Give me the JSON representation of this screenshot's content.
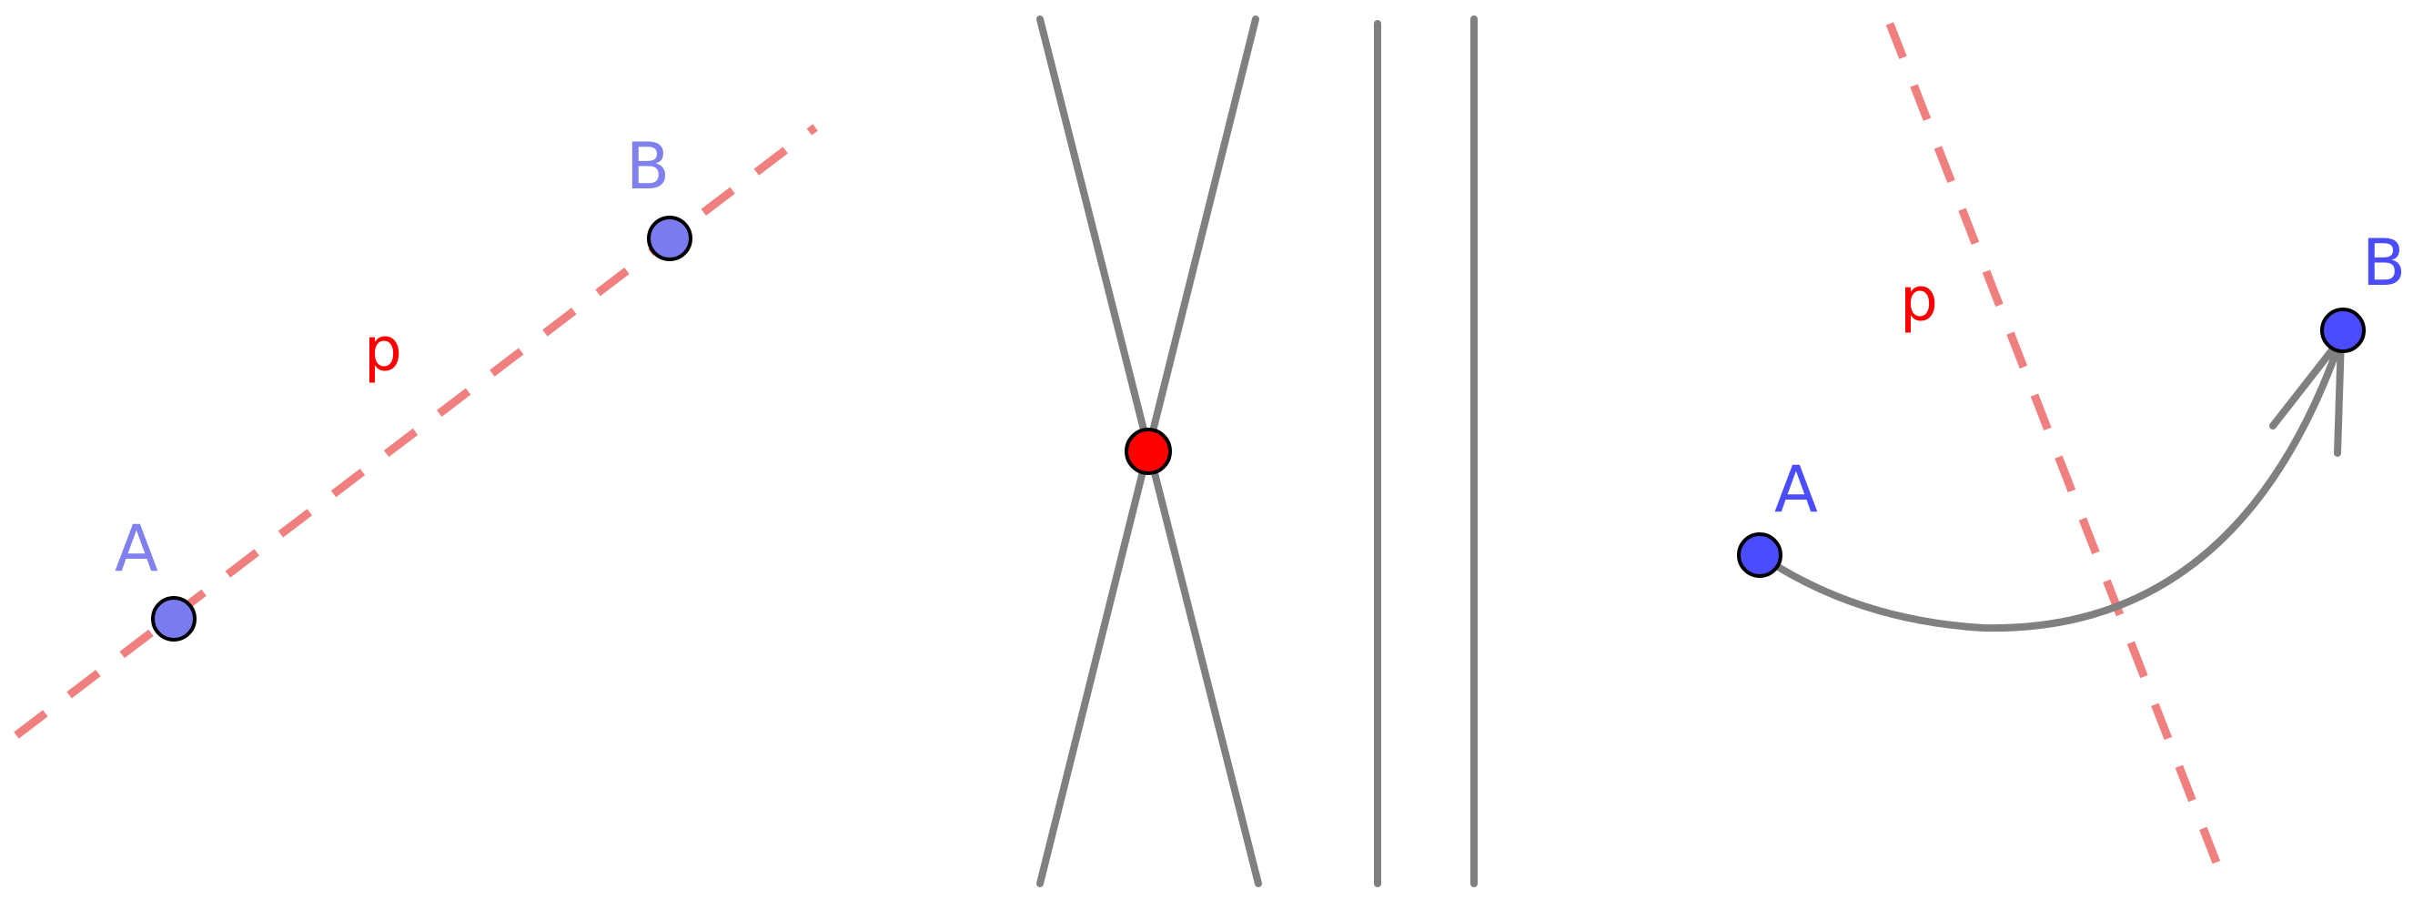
{
  "panels": {
    "left": {
      "line_label": "p",
      "point_a_label": "A",
      "point_b_label": "B"
    },
    "middle": {},
    "right": {
      "line_label": "p",
      "point_a_label": "A",
      "point_b_label": "B"
    }
  },
  "colors": {
    "dashed_line": "#f08080",
    "line_label": "#ff0000",
    "gray_line": "#808080",
    "point_light_blue": "#7b7bf0",
    "label_light_blue": "#8080ee",
    "point_blue": "#4c4cff",
    "label_blue": "#4c4cff",
    "intersection_point": "#ff0000",
    "point_outline": "#000000"
  }
}
